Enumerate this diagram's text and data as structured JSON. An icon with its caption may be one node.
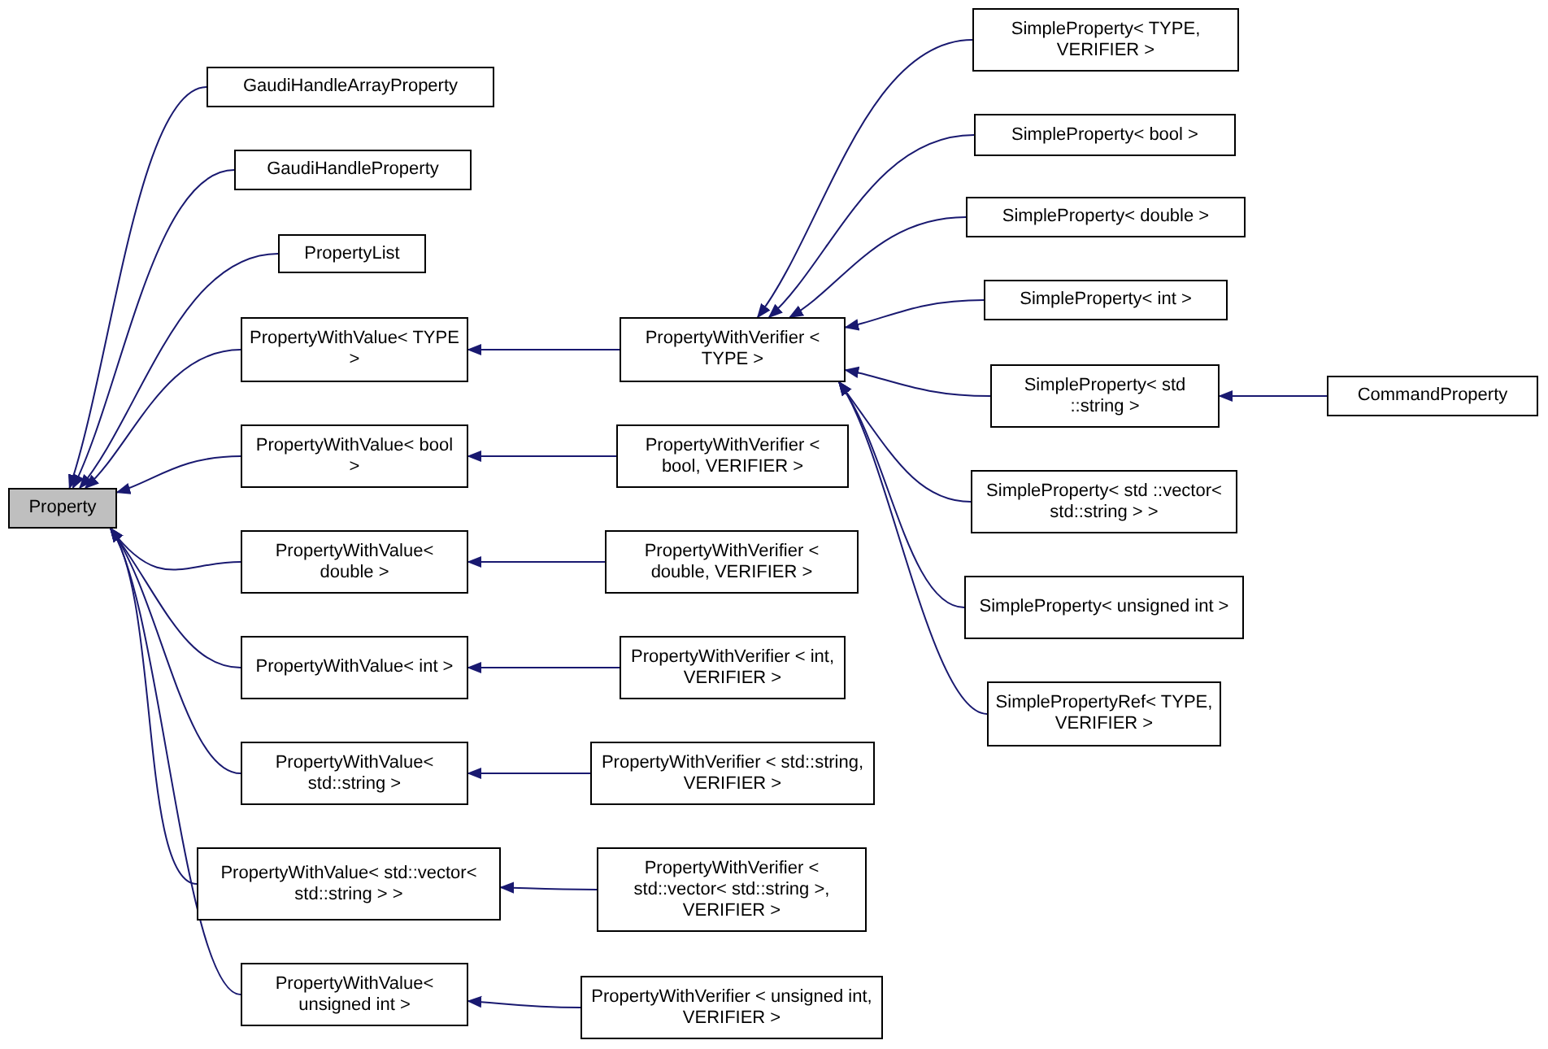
{
  "diagram": {
    "nodes": [
      {
        "text": [
          "Property"
        ]
      },
      {
        "text": [
          "GaudiHandleArrayProperty"
        ]
      },
      {
        "text": [
          "GaudiHandleProperty"
        ]
      },
      {
        "text": [
          "PropertyList"
        ]
      },
      {
        "text": [
          "PropertyWithValue< TYPE >"
        ]
      },
      {
        "text": [
          "PropertyWithValue< bool >"
        ]
      },
      {
        "text": [
          "PropertyWithValue< double >"
        ]
      },
      {
        "text": [
          "PropertyWithValue< int >"
        ]
      },
      {
        "text": [
          "PropertyWithValue< std::string >"
        ]
      },
      {
        "text": [
          "PropertyWithValue< std::vector< std::string > >"
        ]
      },
      {
        "text": [
          "PropertyWithValue< unsigned int >"
        ]
      },
      {
        "text": [
          "PropertyWithVerifier < TYPE >"
        ]
      },
      {
        "text": [
          "PropertyWithVerifier < bool, VERIFIER >"
        ]
      },
      {
        "text": [
          "PropertyWithVerifier < double, VERIFIER >"
        ]
      },
      {
        "text": [
          "PropertyWithVerifier < int, VERIFIER >"
        ]
      },
      {
        "text": [
          "PropertyWithVerifier < std::string, VERIFIER >"
        ]
      },
      {
        "text": [
          "PropertyWithVerifier < std::vector< std::string >, VERIFIER >"
        ]
      },
      {
        "text": [
          "PropertyWithVerifier < unsigned int, VERIFIER >"
        ]
      },
      {
        "text": [
          "SimpleProperty< TYPE, VERIFIER >"
        ]
      },
      {
        "text": [
          "SimpleProperty< bool >"
        ]
      },
      {
        "text": [
          "SimpleProperty< double >"
        ]
      },
      {
        "text": [
          "SimpleProperty< int >"
        ]
      },
      {
        "text": [
          "SimpleProperty< std ::string >"
        ]
      },
      {
        "text": [
          "SimpleProperty< std ::vector< std::string > >"
        ]
      },
      {
        "text": [
          "SimpleProperty< unsigned int >"
        ]
      },
      {
        "text": [
          "SimplePropertyRef< TYPE, VERIFIER >"
        ]
      },
      {
        "text": [
          "CommandProperty"
        ]
      }
    ],
    "edges": [
      {
        "from": 1,
        "to": 0,
        "arrow": "to"
      },
      {
        "from": 2,
        "to": 0,
        "arrow": "to"
      },
      {
        "from": 3,
        "to": 0,
        "arrow": "to"
      },
      {
        "from": 4,
        "to": 0,
        "arrow": "to"
      },
      {
        "from": 5,
        "to": 0,
        "arrow": "to"
      },
      {
        "from": 6,
        "to": 0,
        "arrow": "to"
      },
      {
        "from": 7,
        "to": 0,
        "arrow": "to"
      },
      {
        "from": 8,
        "to": 0,
        "arrow": "to"
      },
      {
        "from": 9,
        "to": 0,
        "arrow": "to"
      },
      {
        "from": 10,
        "to": 0,
        "arrow": "to"
      },
      {
        "from": 11,
        "to": 4,
        "arrow": "to"
      },
      {
        "from": 12,
        "to": 5,
        "arrow": "to"
      },
      {
        "from": 13,
        "to": 6,
        "arrow": "to"
      },
      {
        "from": 14,
        "to": 7,
        "arrow": "to"
      },
      {
        "from": 15,
        "to": 8,
        "arrow": "to"
      },
      {
        "from": 16,
        "to": 9,
        "arrow": "to"
      },
      {
        "from": 17,
        "to": 10,
        "arrow": "to"
      },
      {
        "from": 18,
        "to": 11,
        "arrow": "to"
      },
      {
        "from": 19,
        "to": 11,
        "arrow": "to"
      },
      {
        "from": 20,
        "to": 11,
        "arrow": "to"
      },
      {
        "from": 21,
        "to": 11,
        "arrow": "to"
      },
      {
        "from": 22,
        "to": 11,
        "arrow": "to"
      },
      {
        "from": 23,
        "to": 11,
        "arrow": "to"
      },
      {
        "from": 24,
        "to": 11,
        "arrow": "to"
      },
      {
        "from": 25,
        "to": 11,
        "arrow": "to"
      },
      {
        "from": 26,
        "to": 22,
        "arrow": "to"
      }
    ]
  }
}
